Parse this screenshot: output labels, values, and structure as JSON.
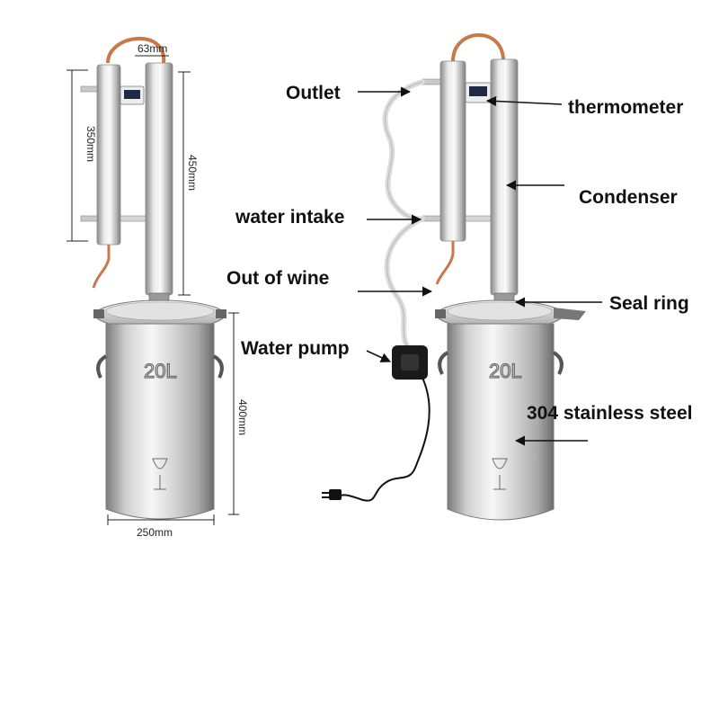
{
  "dimensions": {
    "top_gap": "63mm",
    "condenser_height": "350mm",
    "column_height": "450mm",
    "pot_height": "400mm",
    "pot_width": "250mm"
  },
  "callouts": {
    "outlet": "Outlet",
    "thermometer": "thermometer",
    "condenser": "Condenser",
    "water_intake": "water intake",
    "out_of_wine": "Out of wine",
    "seal_ring": "Seal ring",
    "water_pump": "Water pump",
    "stainless": "304 stainless steel"
  },
  "vessel_marking": "20L",
  "colors": {
    "steel_light": "#f2f2f2",
    "steel_mid": "#bdbdbd",
    "steel_dark": "#6f6f6f",
    "copper": "#c8784a",
    "pump": "#1a1a1a",
    "label": "#111111",
    "thermometer_screen": "#1f2a44"
  },
  "icons": [
    "thermometer-display-icon",
    "water-pump-icon",
    "power-plug-icon",
    "arrow-icon"
  ]
}
